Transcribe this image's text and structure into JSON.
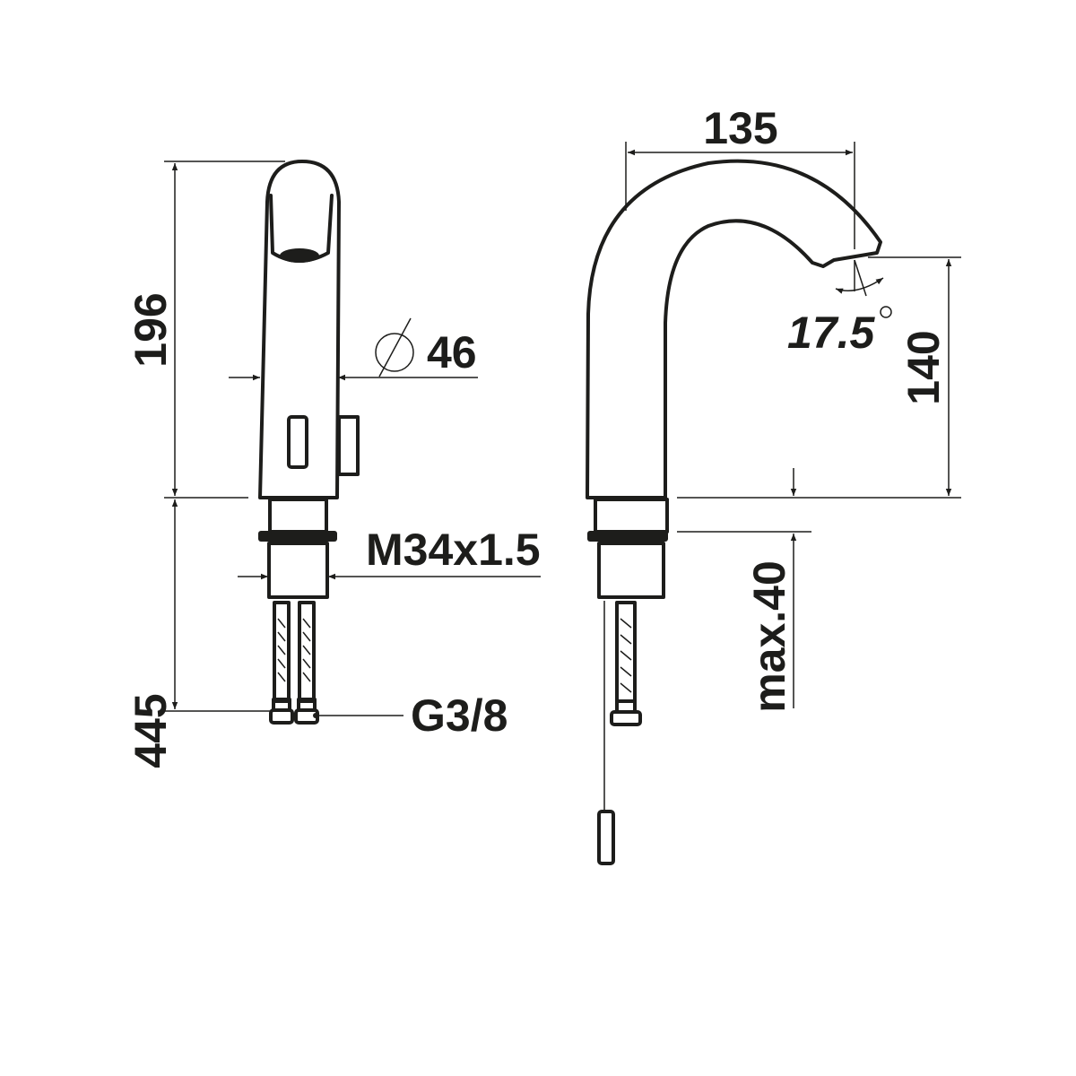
{
  "title": "Sensor basin faucet dimension drawing",
  "dimensions": {
    "height_body": "196",
    "body_diameter": "46",
    "thread": "M34x1.5",
    "hose_length": "445",
    "connection": "G3/8",
    "spout_reach": "135",
    "outlet_angle": "17.5",
    "spout_height": "140",
    "max_deck_thickness": "max.40"
  },
  "colors": {
    "line": "#1d1d1b",
    "background": "#ffffff"
  }
}
